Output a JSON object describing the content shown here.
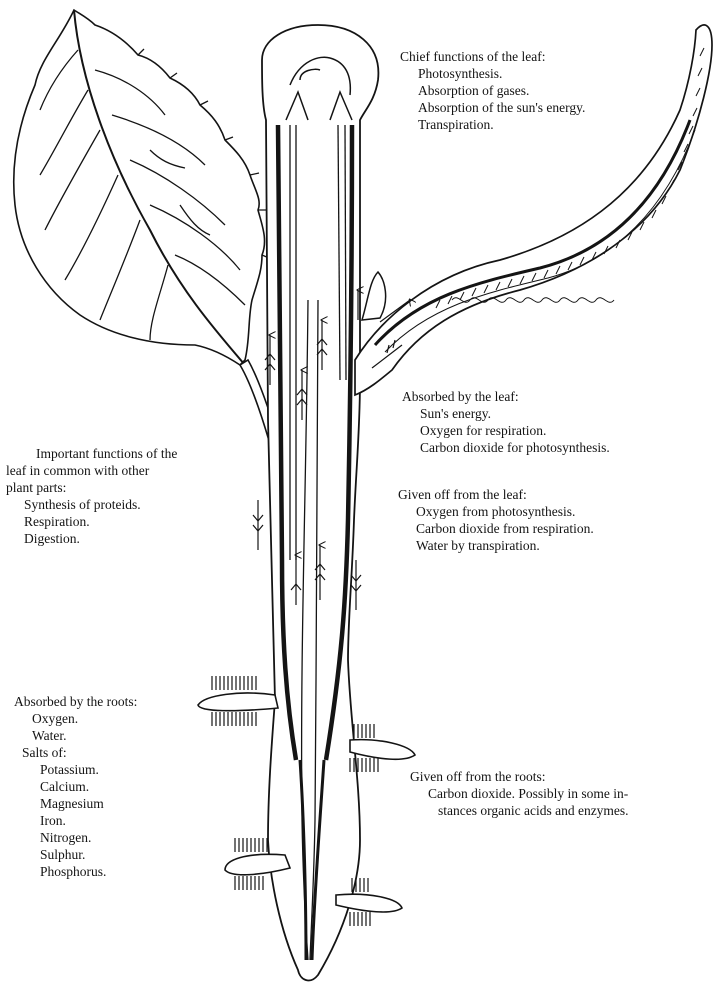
{
  "diagram": {
    "leaf_functions": {
      "heading": "Chief functions of the leaf:",
      "items": [
        "Photosynthesis.",
        "Absorption of gases.",
        "Absorption of the sun's energy.",
        "Transpiration."
      ]
    },
    "absorbed_by_leaf": {
      "heading": "Absorbed by the leaf:",
      "items": [
        "Sun's energy.",
        "Oxygen for respiration.",
        "Carbon dioxide for photosynthesis."
      ]
    },
    "given_off_leaf": {
      "heading": "Given off from the leaf:",
      "items": [
        "Oxygen from photosynthesis.",
        "Carbon dioxide from respiration.",
        "Water by transpiration."
      ]
    },
    "common_functions": {
      "heading_lines": [
        "Important functions of the",
        "leaf in common with other",
        "plant parts:"
      ],
      "items": [
        "Synthesis of proteids.",
        "Respiration.",
        "Digestion."
      ]
    },
    "absorbed_by_roots": {
      "heading": "Absorbed by the roots:",
      "items": [
        "Oxygen.",
        "Water."
      ],
      "salts_heading": "Salts of:",
      "salts": [
        "Potassium.",
        "Calcium.",
        "Magnesium",
        "Iron.",
        "Nitrogen.",
        "Sulphur.",
        "Phosphorus."
      ]
    },
    "given_off_roots": {
      "heading": "Given off from the roots:",
      "lines": [
        "Carbon dioxide.  Possibly in some in-",
        "stances organic acids and enzymes."
      ]
    }
  },
  "colors": {
    "ink": "#141414",
    "paper": "#ffffff"
  }
}
